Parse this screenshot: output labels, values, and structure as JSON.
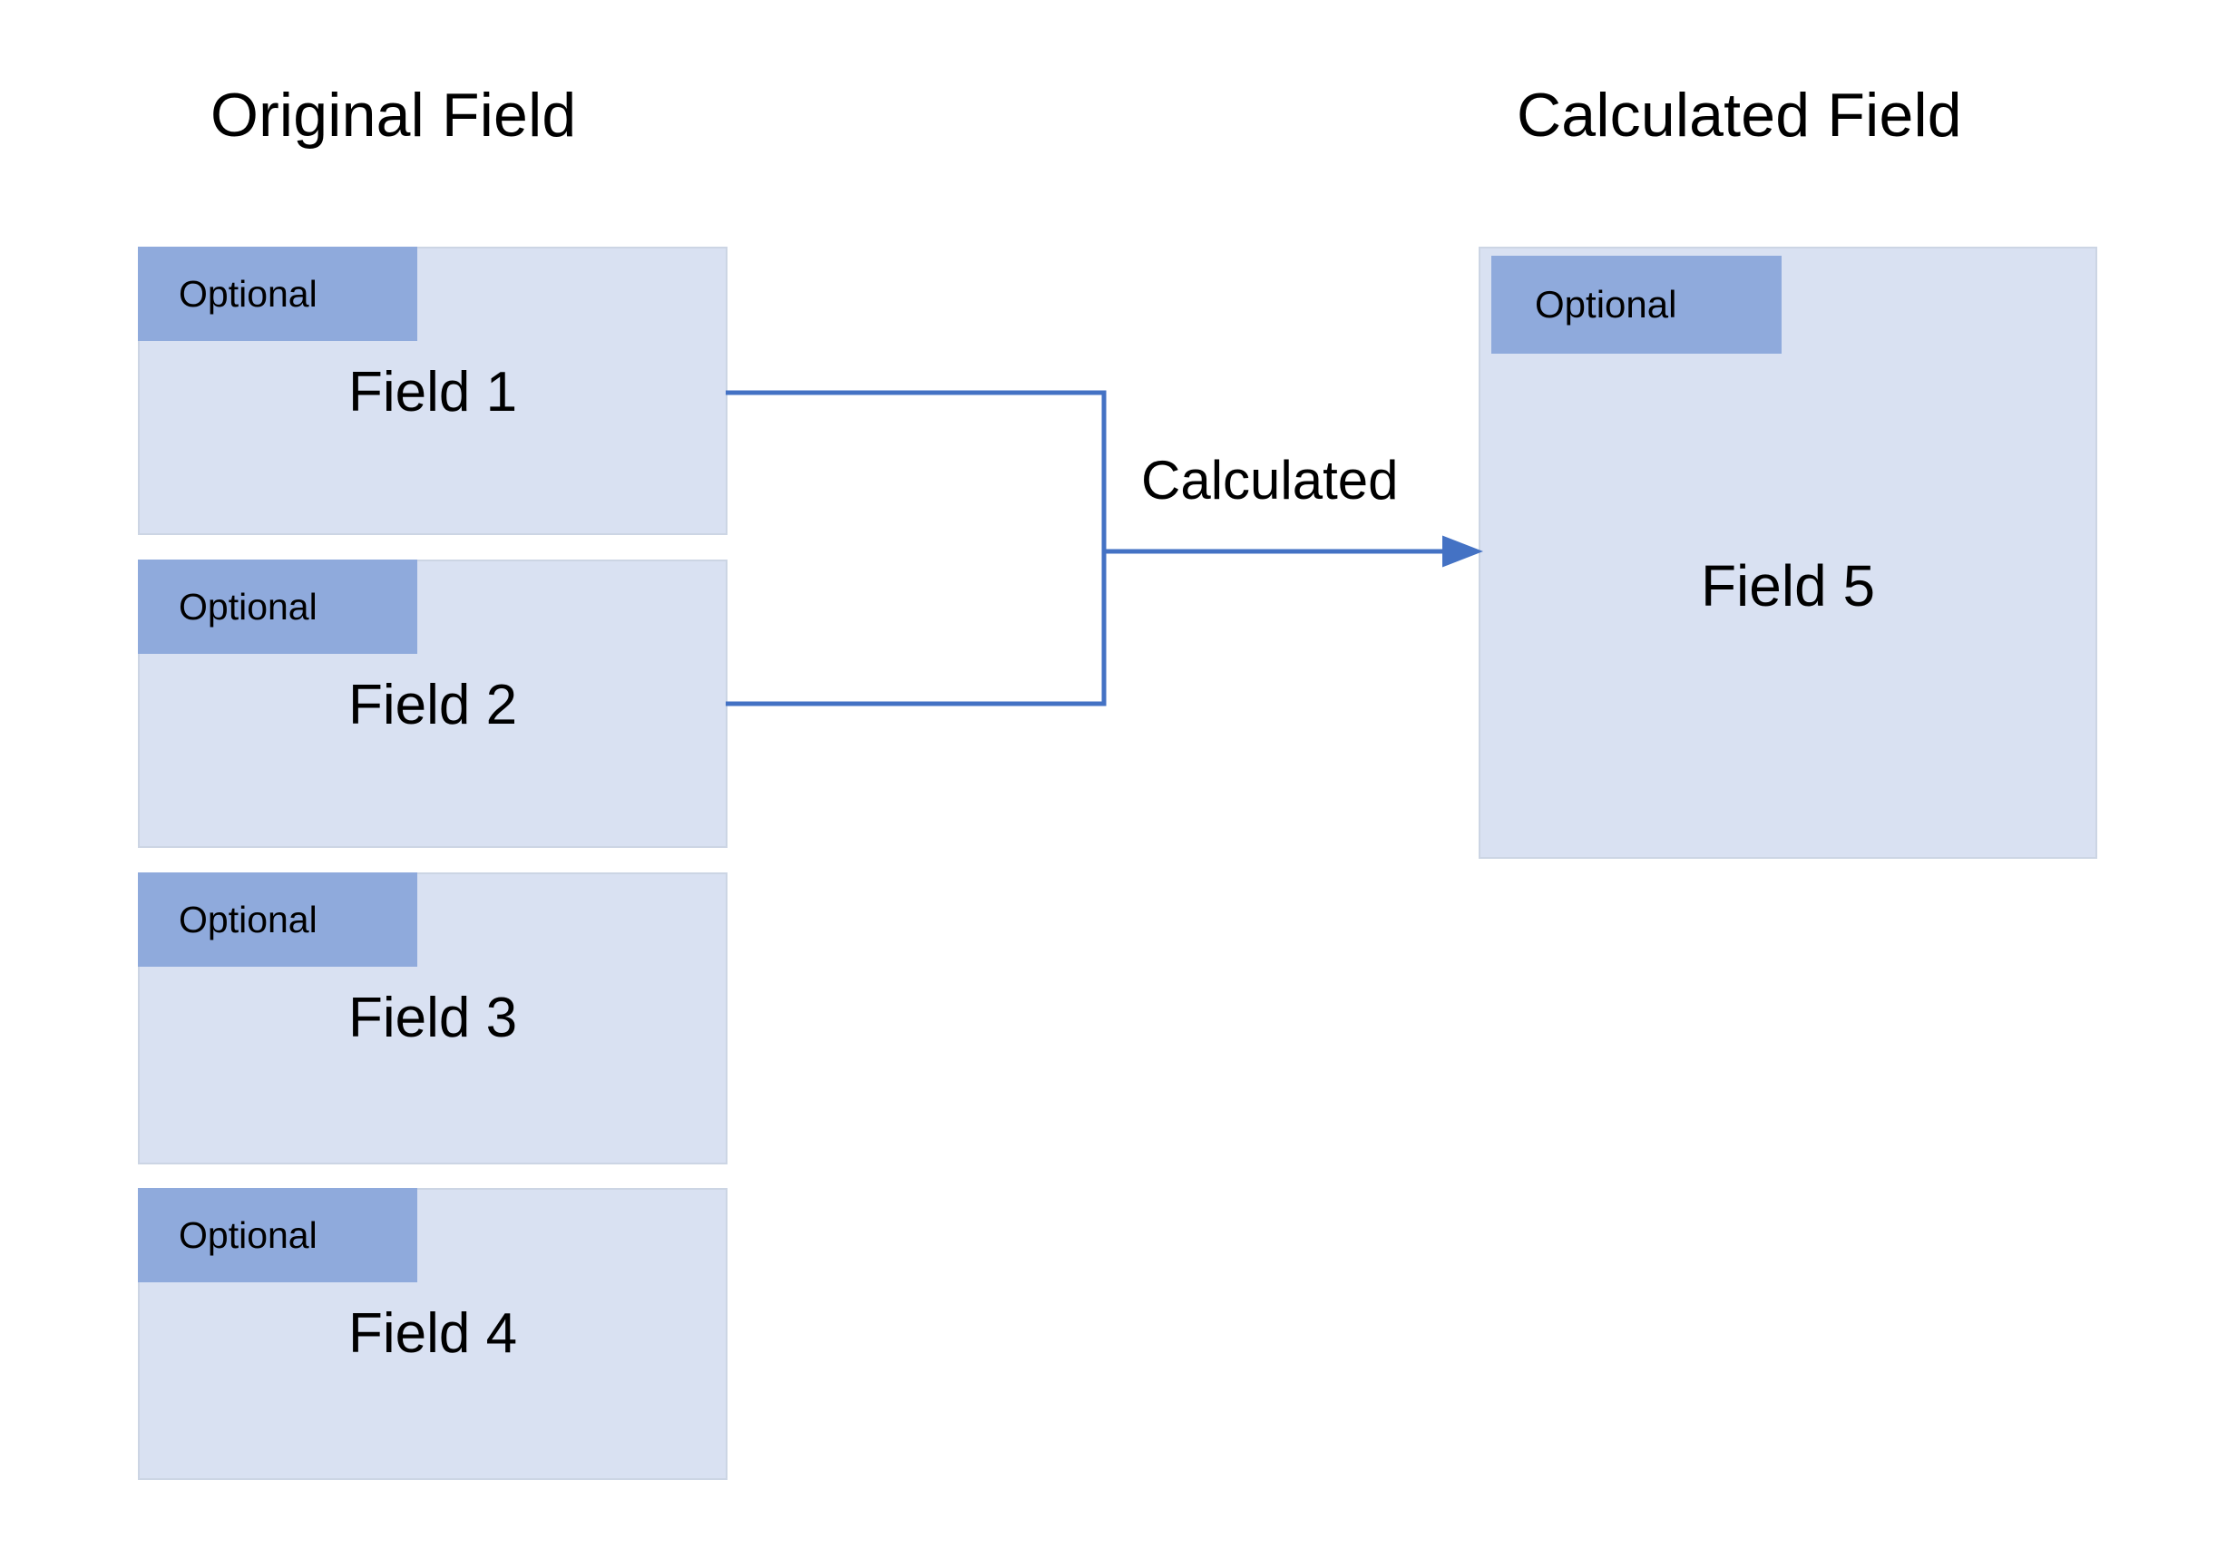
{
  "diagram": {
    "title_original": "Original Field",
    "title_calculated": "Calculated Field",
    "connector_label": "Calculated",
    "colors": {
      "box_fill": "#d9e1f2",
      "box_border": "#ccd5e4",
      "optional_tag_fill": "#8faadc",
      "connector_line": "#4472c4",
      "text": "#000000",
      "background": "#ffffff"
    },
    "original_fields": [
      {
        "optional_label": "Optional",
        "name": "Field 1"
      },
      {
        "optional_label": "Optional",
        "name": "Field 2"
      },
      {
        "optional_label": "Optional",
        "name": "Field 3"
      },
      {
        "optional_label": "Optional",
        "name": "Field 4"
      }
    ],
    "calculated_field": {
      "optional_label": "Optional",
      "name": "Field 5"
    }
  }
}
